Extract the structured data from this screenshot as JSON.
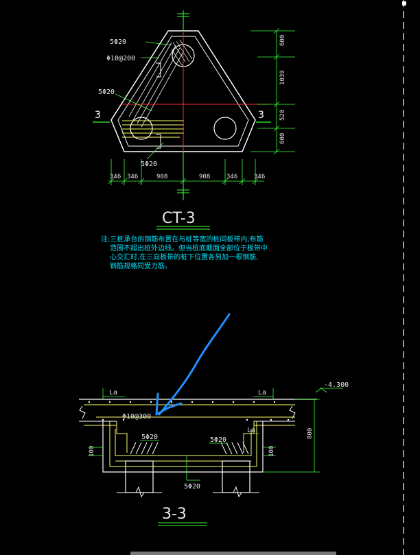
{
  "plan": {
    "rebar_top": "5Φ20",
    "rebar_stirrup": "Φ10@200",
    "rebar_left": "5Φ20",
    "rebar_bottom": "5Φ20",
    "section_mark_left": "3",
    "section_mark_right": "3",
    "dims_right": [
      "600",
      "1039",
      "520",
      "600"
    ],
    "dims_bottom": [
      "346",
      "346",
      "908",
      "908",
      "346",
      "346"
    ],
    "title": "CT-3"
  },
  "note": {
    "lines": [
      "注:三桩承台的钢筋布置在与桩等宽的桩间板带内,布筋",
      "范围不超出桩外边线。但当桩底截面全部位于板带中",
      "心交汇时,在三向板带的桩下位置各另加一根钢筋,",
      "钢筋规格同受力筋。"
    ]
  },
  "section": {
    "la_left": "La",
    "la_right": "La",
    "la_inner_right": "La",
    "rebar_top_label": "Φ10@300",
    "rebar_left": "5Φ20",
    "rebar_right": "5Φ20",
    "rebar_bottom": "5Φ20",
    "dim_left": "100",
    "dim_right": "100",
    "dim_height": "800",
    "elevation": "-4.300",
    "title": "3-3"
  },
  "colors": {
    "background": "#000000",
    "outline": "#ffffff",
    "rebar": "#ffff66",
    "axis_red": "#ff2a2a",
    "axis_green": "#3cff3c",
    "annotation_green": "#4dff4d",
    "note_cyan": "#00e5ff",
    "pen_blue": "#1e90ff"
  }
}
